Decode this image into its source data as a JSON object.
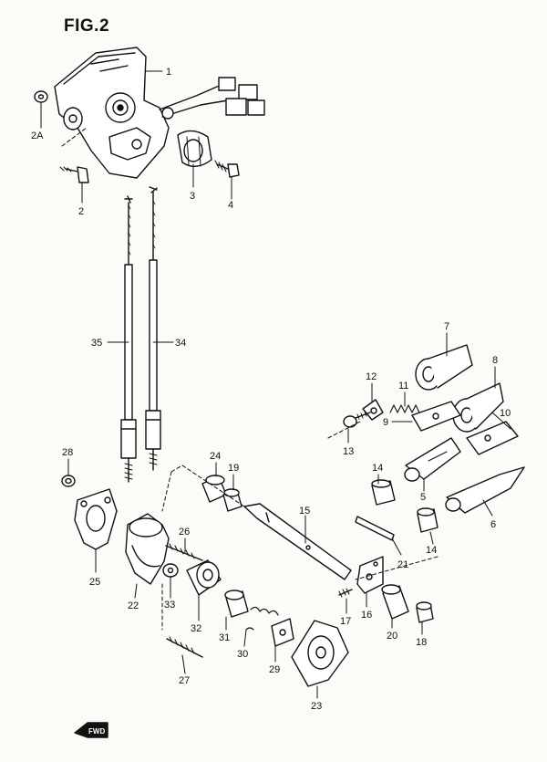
{
  "figure": {
    "title": "FIG.2"
  },
  "fwd_label": "FWD",
  "callouts": {
    "p1": "1",
    "p2A": "2A",
    "p2": "2",
    "p3": "3",
    "p4": "4",
    "p35": "35",
    "p34": "34",
    "p7": "7",
    "p8": "8",
    "p12": "12",
    "p11": "11",
    "p9": "9",
    "p10": "10",
    "p13": "13",
    "p14a": "14",
    "p5": "5",
    "p6": "6",
    "p14b": "14",
    "p28": "28",
    "p24": "24",
    "p19": "19",
    "p15": "15",
    "p21": "21",
    "p25": "25",
    "p26": "26",
    "p22": "22",
    "p33": "33",
    "p32": "32",
    "p31": "31",
    "p30": "30",
    "p29": "29",
    "p17": "17",
    "p16": "16",
    "p20": "20",
    "p18": "18",
    "p23": "23",
    "p27": "27"
  }
}
